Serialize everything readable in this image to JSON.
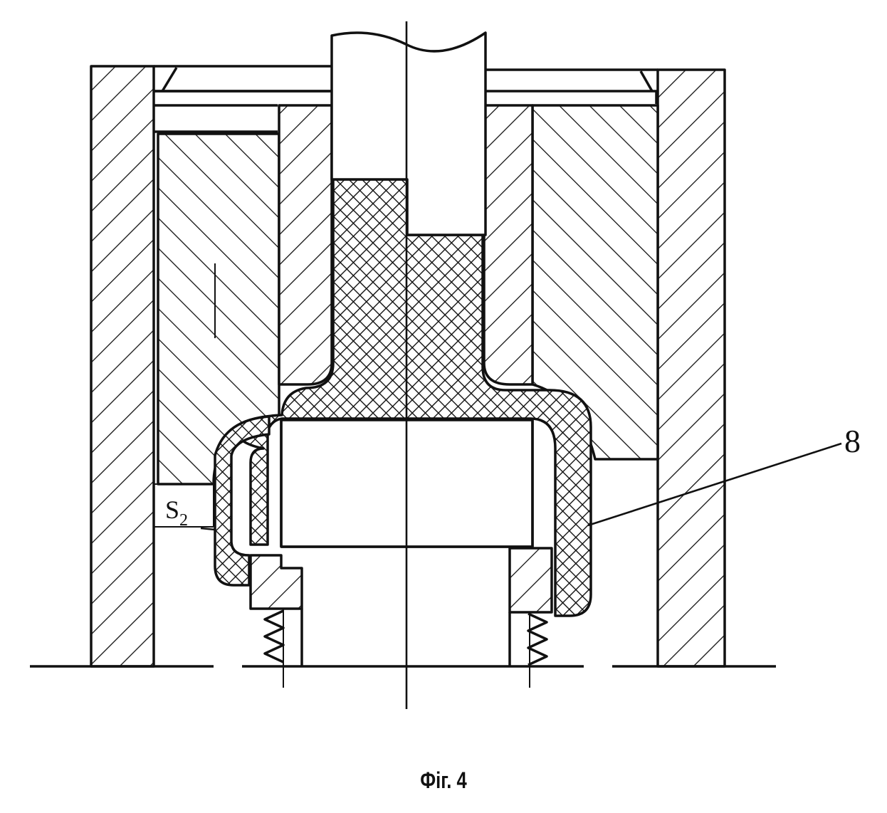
{
  "figure": {
    "caption": "Фіг. 4",
    "labels": {
      "part_number": "8",
      "gap": "S",
      "gap_sub": "2"
    }
  }
}
